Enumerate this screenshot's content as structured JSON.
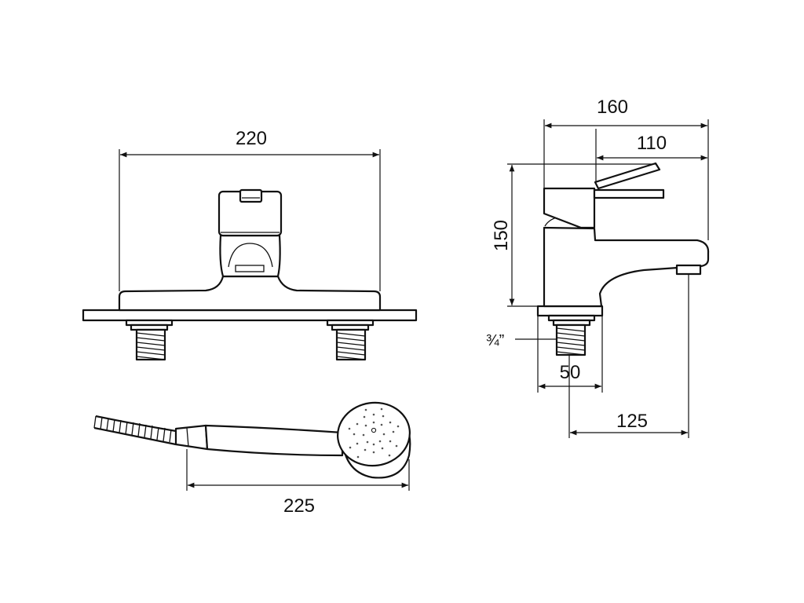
{
  "dimensions": {
    "front_width": "220",
    "side_depth": "160",
    "side_lever": "110",
    "side_height": "150",
    "thread": "¾”",
    "base_width": "50",
    "spout_reach": "125",
    "shower_length": "225"
  }
}
